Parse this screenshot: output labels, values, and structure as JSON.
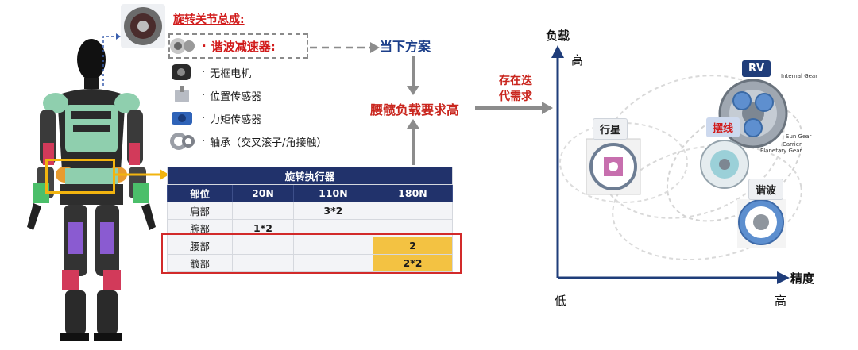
{
  "components": {
    "title": "旋转关节总成:",
    "items": [
      {
        "label": "谐波减速器:",
        "icon": "harmonic-reducer-icon",
        "highlight": true
      },
      {
        "label": "无框电机",
        "icon": "frameless-motor-icon"
      },
      {
        "label": "位置传感器",
        "icon": "position-sensor-icon"
      },
      {
        "label": "力矩传感器",
        "icon": "torque-sensor-icon"
      },
      {
        "label": "轴承（交叉滚子/角接触）",
        "icon": "bearing-icon"
      }
    ]
  },
  "flow": {
    "current": "当下方案",
    "need": "腰髋负载要求高",
    "iterate_line1": "存在迭",
    "iterate_line2": "代需求"
  },
  "table": {
    "title": "旋转执行器",
    "headers": [
      "部位",
      "20N",
      "110N",
      "180N"
    ],
    "rows": [
      {
        "part": "肩部",
        "c20": "",
        "c110": "3*2",
        "c180": ""
      },
      {
        "part": "腕部",
        "c20": "1*2",
        "c110": "",
        "c180": ""
      },
      {
        "part": "腰部",
        "c20": "",
        "c110": "",
        "c180": "2"
      },
      {
        "part": "髋部",
        "c20": "",
        "c110": "",
        "c180": "2*2"
      }
    ]
  },
  "chart": {
    "y_axis": "负载",
    "x_axis": "精度",
    "y_high": "高",
    "x_low": "低",
    "x_high": "高",
    "categories": {
      "rv": "RV",
      "cycloid": "摆线",
      "planetary": "行星",
      "harmonic": "谐波"
    },
    "gear_labels": {
      "ring": "Internal Gear",
      "sun": "Sun Gear",
      "carrier": "Carrier",
      "planetary": "Planetary Gear"
    }
  },
  "colors": {
    "navy": "#21326b",
    "red": "#d11b1b",
    "highlight": "#f3c242",
    "arrow": "#8c8c8c"
  }
}
